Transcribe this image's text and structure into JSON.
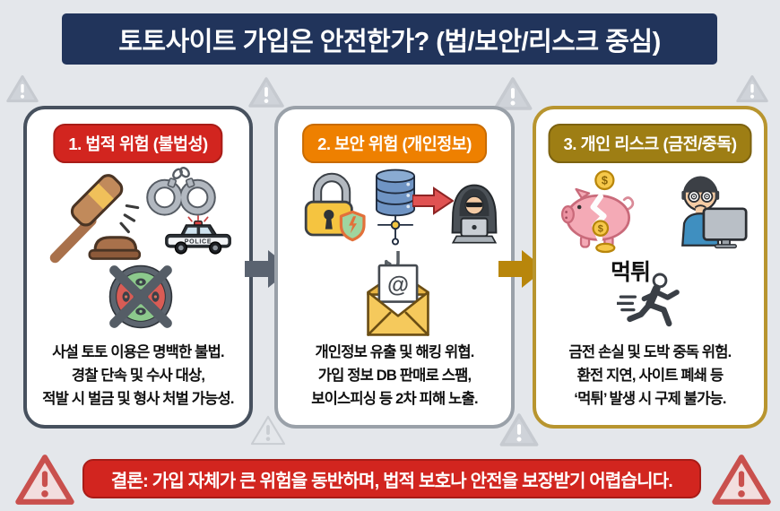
{
  "header": {
    "title": "토토사이트 가입은 안전한가? (법/보안/리스크 중심)"
  },
  "cards": [
    {
      "badge": "1. 법적 위험 (불법성)",
      "line1": "사설 토토 이용은 명백한 불법.",
      "line2": "경찰 단속 및 수사 대상,",
      "line3": "적발 시 벌금 및 형사 처벌 가능성."
    },
    {
      "badge": "2. 보안 위험 (개인정보)",
      "line1": "개인정보 유출 및 해킹 위협.",
      "line2": "가입 정보 DB 판매로 스팸,",
      "line3": "보이스피싱 등 2차 피해 노출."
    },
    {
      "badge": "3. 개인 리스크 (금전/중독)",
      "line1": "금전 손실 및 도박 중독 위험.",
      "line2": "환전 지연, 사이트 폐쇄 등",
      "line3": "‘먹튀’ 발생 시 구제 불가능."
    }
  ],
  "icon_labels": {
    "police": "POLICE",
    "email_at": "@",
    "dollar": "$",
    "scam_run": "먹튀"
  },
  "conclusion": "결론: 가입 자체가 큰 위험을 동반하며, 법적 보호나 안전을 보장받기 어렵습니다.",
  "colors": {
    "background": "#e4e7eb",
    "header_bg": "#21345b",
    "card1_accent": "#d2251f",
    "card2_accent": "#ee8000",
    "card3_accent": "#9e7e14",
    "card1_border": "#47515e",
    "card2_border": "#9aa1a9",
    "card3_border": "#b8952f",
    "arrow1": "#5a6370",
    "arrow2": "#b8860b",
    "banner_bg": "#d2251f"
  }
}
